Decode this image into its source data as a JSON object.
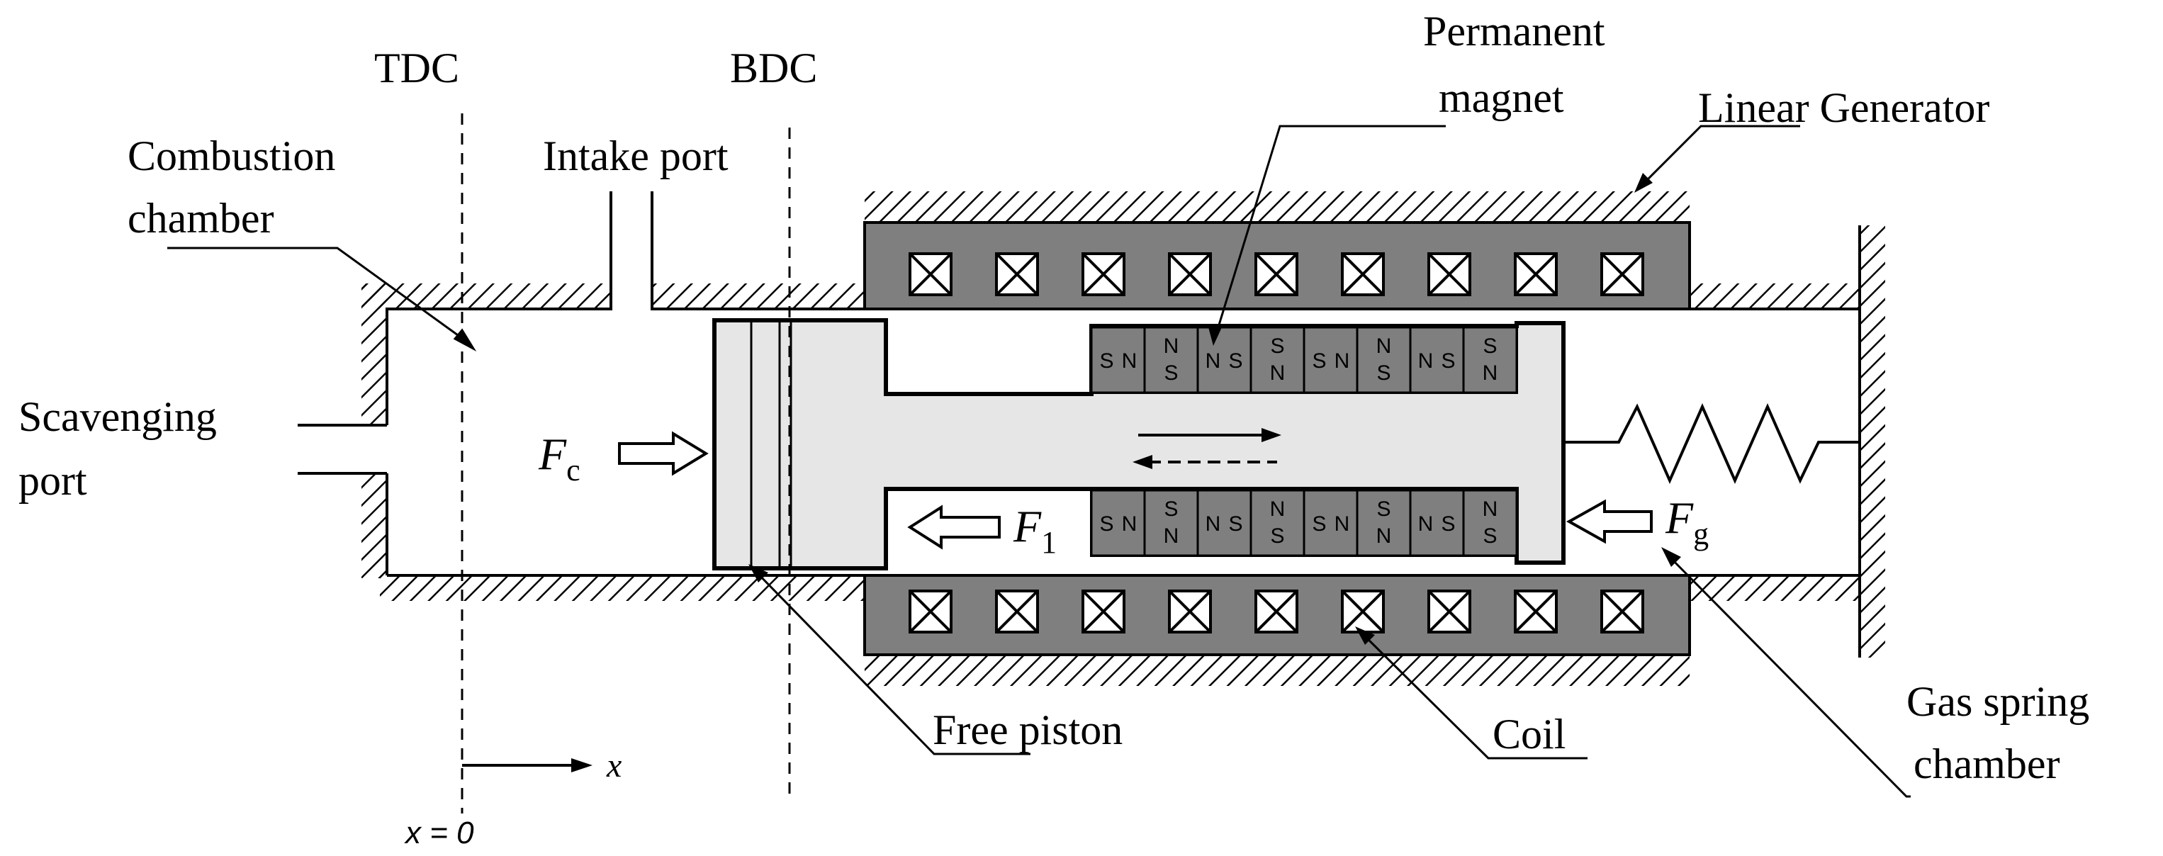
{
  "labels": {
    "tdc": "TDC",
    "bdc": "BDC",
    "permanent_magnet_line1": "Permanent",
    "permanent_magnet_line2": "magnet",
    "linear_generator": "Linear Generator",
    "combustion_chamber_line1": "Combustion",
    "combustion_chamber_line2": "chamber",
    "intake_port": "Intake port",
    "scavenging_port_line1": "Scavenging",
    "scavenging_port_line2": "port",
    "free_piston": "Free piston",
    "coil": "Coil",
    "gas_spring_chamber_line1": "Gas spring",
    "gas_spring_chamber_line2": "chamber",
    "x_axis": "x",
    "x_origin": "x = 0"
  },
  "forces": {
    "fc_main": "F",
    "fc_sub": "c",
    "f1_main": "F",
    "f1_sub": "1",
    "fg_main": "F",
    "fg_sub": "g"
  },
  "magnets": {
    "top": [
      "S N",
      "N S",
      "N S",
      "S N",
      "S N",
      "N S",
      "N S",
      "S N"
    ],
    "bottom": [
      "S N",
      "S N",
      "N S",
      "N S",
      "S N",
      "S N",
      "N S",
      "N S"
    ]
  },
  "colors": {
    "housing": "#7f7f7f",
    "piston": "#e6e6e6",
    "line": "#000000"
  }
}
